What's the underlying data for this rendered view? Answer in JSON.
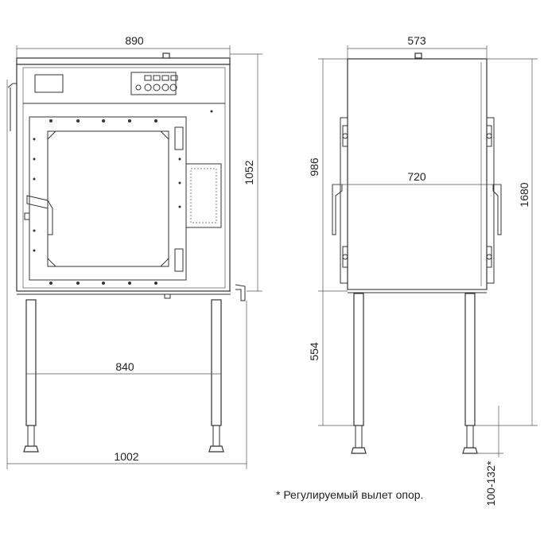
{
  "dimensions": {
    "front_width": "890",
    "front_height": "1052",
    "leg_spacing": "840",
    "overall_width": "1002",
    "side_width": "573",
    "side_depth": "720",
    "chamber_height": "986",
    "stand_height": "554",
    "total_height": "1680",
    "adjustable_leg": "100-132*"
  },
  "footnote": "* Регулируемый вылет опор.",
  "colors": {
    "line": "#333333",
    "background": "#ffffff"
  }
}
